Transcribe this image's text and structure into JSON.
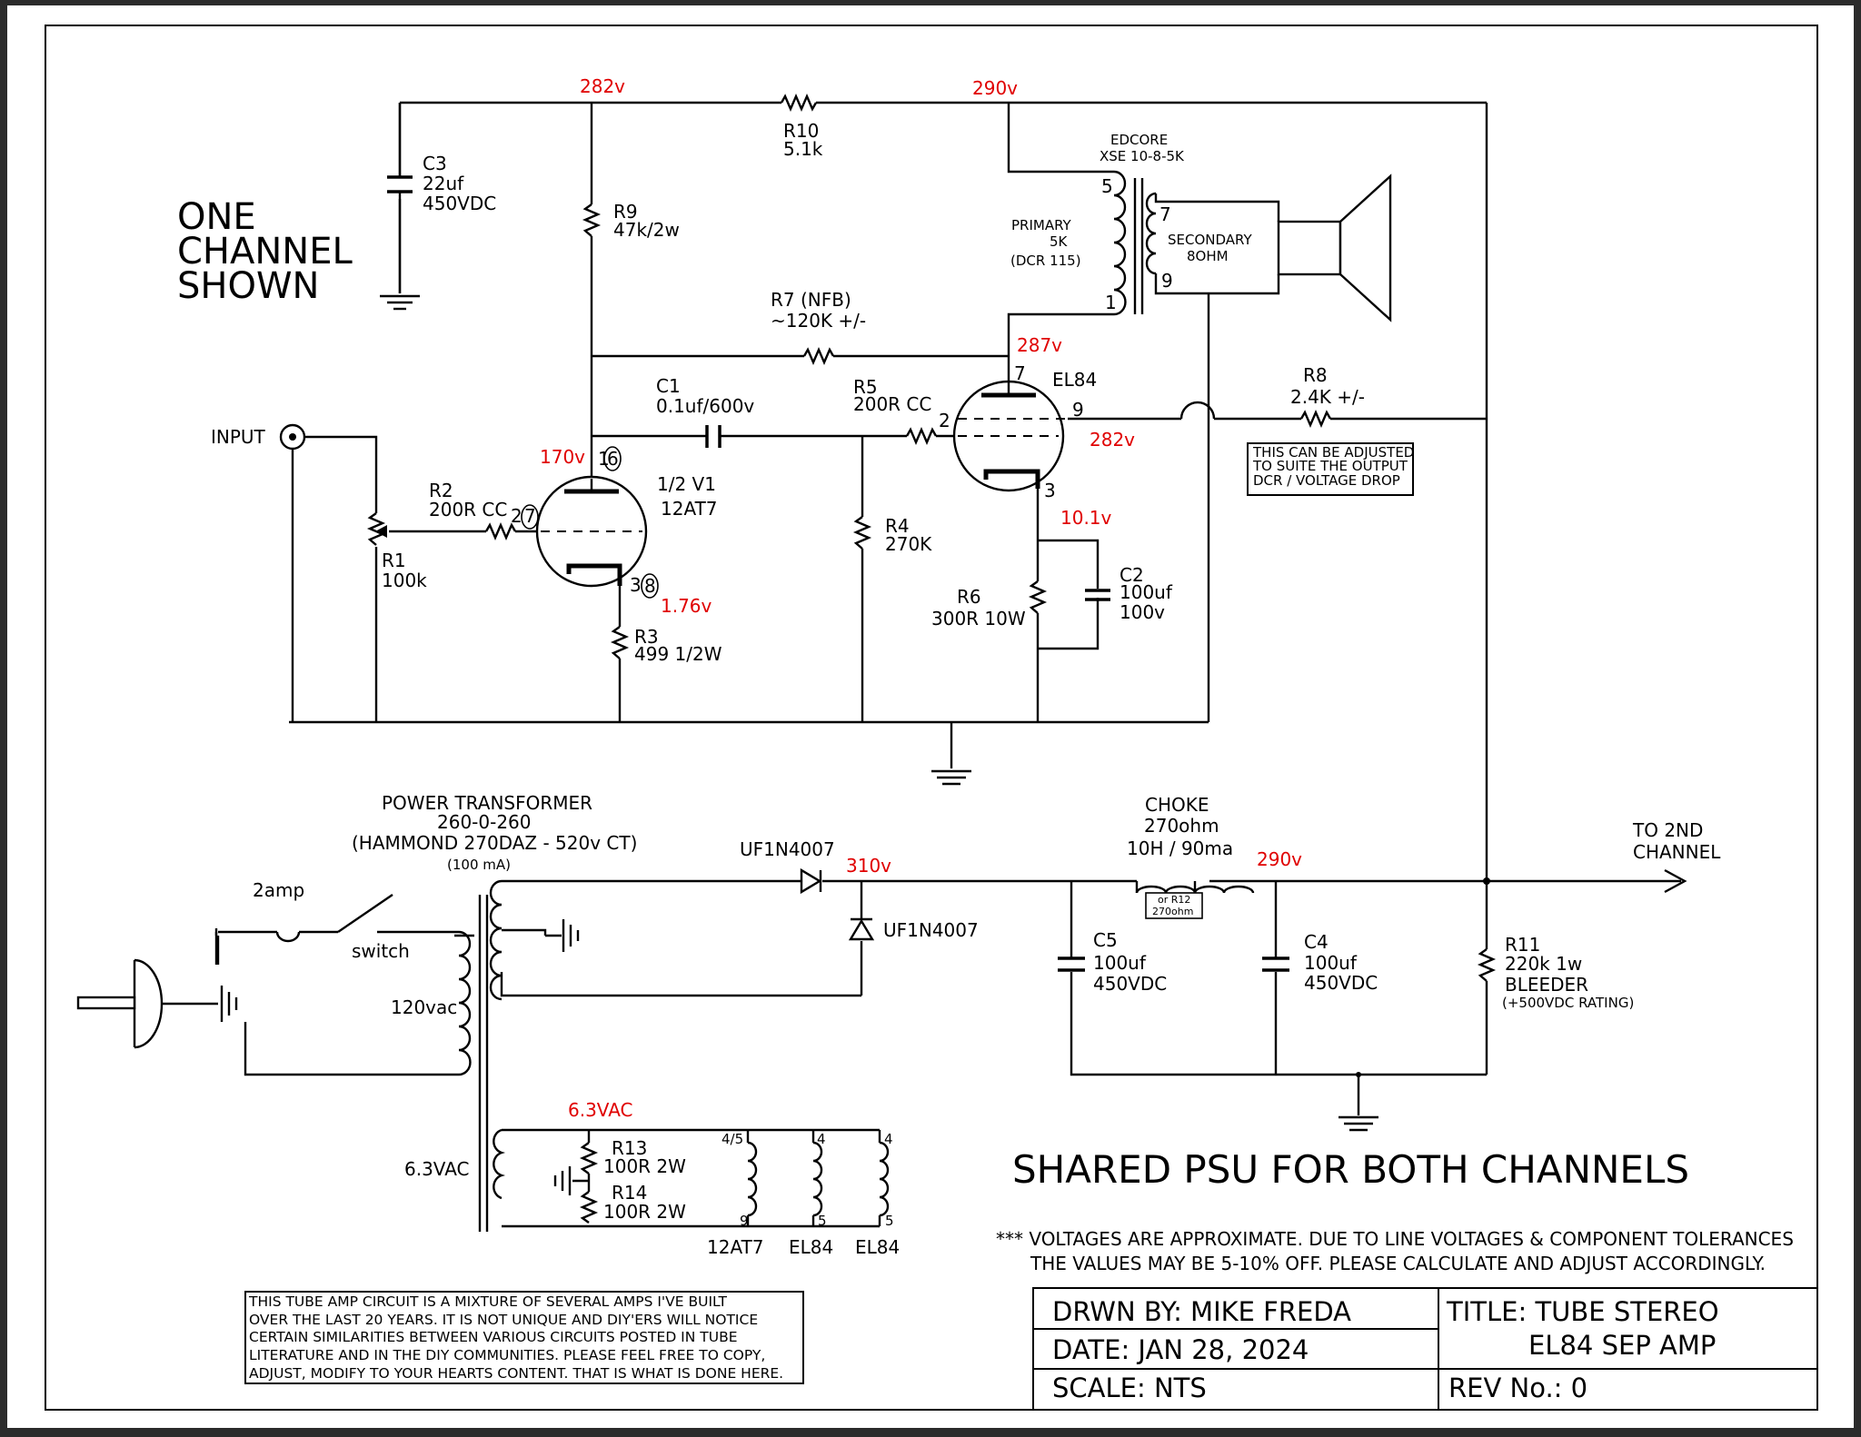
{
  "title_block": {
    "drawn_by": "DRWN BY: MIKE FREDA",
    "date": "DATE: JAN 28, 2024",
    "scale": "SCALE: NTS",
    "title_line1": "TITLE: TUBE STEREO",
    "title_line2": "EL84 SEP AMP",
    "rev": "REV No.: 0"
  },
  "headings": {
    "one_line1": "ONE",
    "one_line2": "CHANNEL",
    "one_line3": "SHOWN",
    "psu": "SHARED PSU FOR BOTH CHANNELS"
  },
  "disclaimer": {
    "line1": "*** VOLTAGES ARE APPROXIMATE. DUE TO LINE VOLTAGES & COMPONENT TOLERANCES",
    "line2": "THE VALUES MAY BE 5-10% OFF. PLEASE CALCULATE AND ADJUST ACCORDINGLY."
  },
  "note_box": {
    "line1": "THIS TUBE AMP CIRCUIT IS A MIXTURE OF SEVERAL AMPS I'VE BUILT",
    "line2": "OVER THE LAST 20 YEARS. IT IS NOT UNIQUE AND DIY'ERS WILL NOTICE",
    "line3": "CERTAIN SIMILARITIES BETWEEN VARIOUS CIRCUITS POSTED IN TUBE",
    "line4": "LITERATURE AND IN THE DIY COMMUNITIES. PLEASE FEEL FREE TO COPY,",
    "line5": "ADJUST, MODIFY TO YOUR HEARTS CONTENT. THAT IS WHAT IS DONE HERE."
  },
  "adjust_note": {
    "line1": "THIS CAN BE ADJUSTED",
    "line2": "TO SUITE THE OUTPUT",
    "line3": "DCR / VOLTAGE DROP"
  },
  "labels": {
    "c3_name": "C3",
    "c3_val1": "22uf",
    "c3_val2": "450VDC",
    "r9_name": "R9",
    "r9_val": "47k/2w",
    "r10_name": "R10",
    "r10_val": "5.1k",
    "ot_name1": "EDCORE",
    "ot_name2": "XSE 10-8-5K",
    "primary1": "PRIMARY",
    "primary2": "5K",
    "primary3": "(DCR 115)",
    "secondary1": "SECONDARY",
    "secondary2": "8OHM",
    "pin5": "5",
    "pin1": "1",
    "pin7s": "7",
    "pin9s": "9",
    "r7_name": "R7 (NFB)",
    "r7_val": "~120K +/-",
    "c1_name": "C1",
    "c1_val": "0.1uf/600v",
    "r5_name": "R5",
    "r5_val": "200R CC",
    "el84_name": "EL84",
    "el84_pin7": "7",
    "el84_pin2": "2",
    "el84_pin9": "9",
    "el84_pin3": "3",
    "r8_name": "R8",
    "r8_val": "2.4K +/-",
    "input": "INPUT",
    "r2_name": "R2",
    "r2_val": "200R CC",
    "r1_name": "R1",
    "r1_val": "100k",
    "v1_name": "1/2 V1",
    "v1_type": "12AT7",
    "v1_pin1": "1",
    "v1_pin6": "6",
    "v1_pin2": "2",
    "v1_pin7": "7",
    "v1_pin3": "3",
    "v1_pin8": "8",
    "r3_name": "R3",
    "r3_val": "499 1/2W",
    "r4_name": "R4",
    "r4_val": "270K",
    "r6_name": "R6",
    "r6_val": "300R 10W",
    "c2_name": "C2",
    "c2_val1": "100uf",
    "c2_val2": "100v",
    "pt1": "POWER TRANSFORMER",
    "pt2": "260-0-260",
    "pt3": "(HAMMOND 270DAZ - 520v CT)",
    "pt4": "(100 mA)",
    "fuse": "2amp",
    "switch": "switch",
    "vac120": "120vac",
    "vac63": "6.3VAC",
    "d1": "UF1N4007",
    "d2": "UF1N4007",
    "choke1": "CHOKE",
    "choke2": "270ohm",
    "choke3": "10H / 90ma",
    "orr12_1": "or R12",
    "orr12_2": "270ohm",
    "c5_name": "C5",
    "c5_val1": "100uf",
    "c5_val2": "450VDC",
    "c4_name": "C4",
    "c4_val1": "100uf",
    "c4_val2": "450VDC",
    "r11_name": "R11",
    "r11_val1": "220k 1w",
    "r11_val2": "BLEEDER",
    "r11_val3": "(+500VDC RATING)",
    "to2nd1": "TO 2ND",
    "to2nd2": "CHANNEL",
    "r13_name": "R13",
    "r13_val": "100R 2W",
    "r14_name": "R14",
    "r14_val": "100R 2W",
    "h45": "4/5",
    "h9": "9",
    "h4a": "4",
    "h5a": "5",
    "h4b": "4",
    "h5b": "5",
    "h12at7": "12AT7",
    "hel84a": "EL84",
    "hel84b": "EL84"
  },
  "voltages": {
    "v282_top": "282v",
    "v290_top": "290v",
    "v287": "287v",
    "v282_g2": "282v",
    "v170": "170v",
    "v176": "1.76v",
    "v101": "10.1v",
    "v310": "310v",
    "v290_psu": "290v",
    "v63": "6.3VAC"
  },
  "colors": {
    "voltage": "#e00000",
    "ink": "#000000",
    "paper": "#ffffff"
  }
}
